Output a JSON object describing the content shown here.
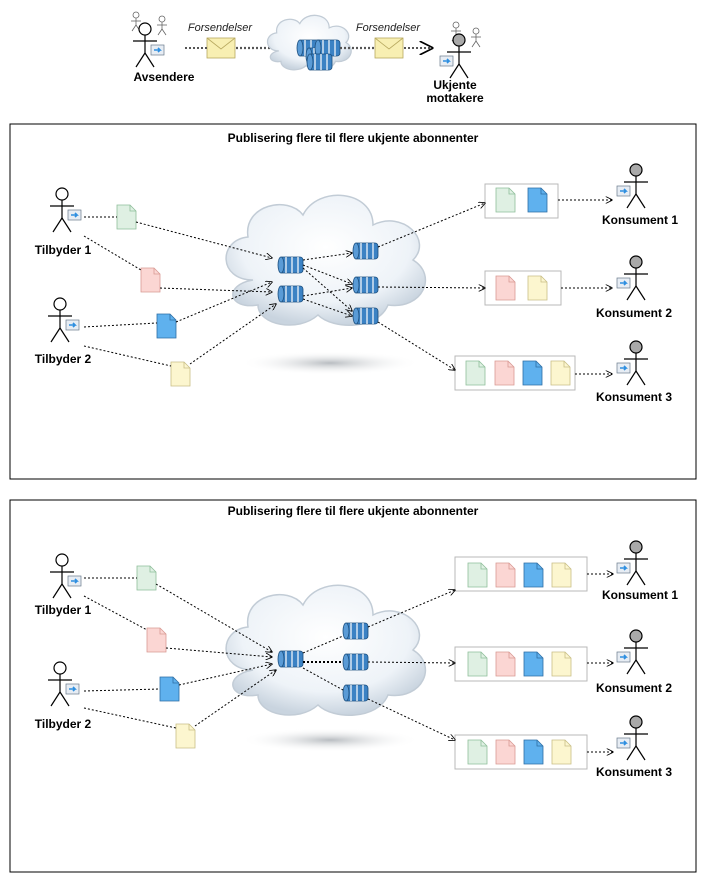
{
  "top": {
    "label_send": "Forsendelser",
    "label_recv": "Forsendelser",
    "senders": "Avsendere",
    "receivers_line1": "Ukjente",
    "receivers_line2": "mottakere"
  },
  "diagram1": {
    "title": "Publisering flere til flere ukjente abonnenter",
    "providers": [
      "Tilbyder 1",
      "Tilbyder 2"
    ],
    "consumers": [
      "Konsument 1",
      "Konsument 2",
      "Konsument 3"
    ]
  },
  "diagram2": {
    "title": "Publisering flere til flere ukjente abonnenter",
    "providers": [
      "Tilbyder 1",
      "Tilbyder 2"
    ],
    "consumers": [
      "Konsument 1",
      "Konsument 2",
      "Konsument 3"
    ]
  },
  "colors": {
    "green_doc": "#dff0e3",
    "red_doc": "#fbd6d3",
    "blue_doc": "#5fb1ee",
    "yellow_doc": "#fcf6cf",
    "queue_blue": "#3b82c4",
    "envelope": "#f8efb2"
  }
}
